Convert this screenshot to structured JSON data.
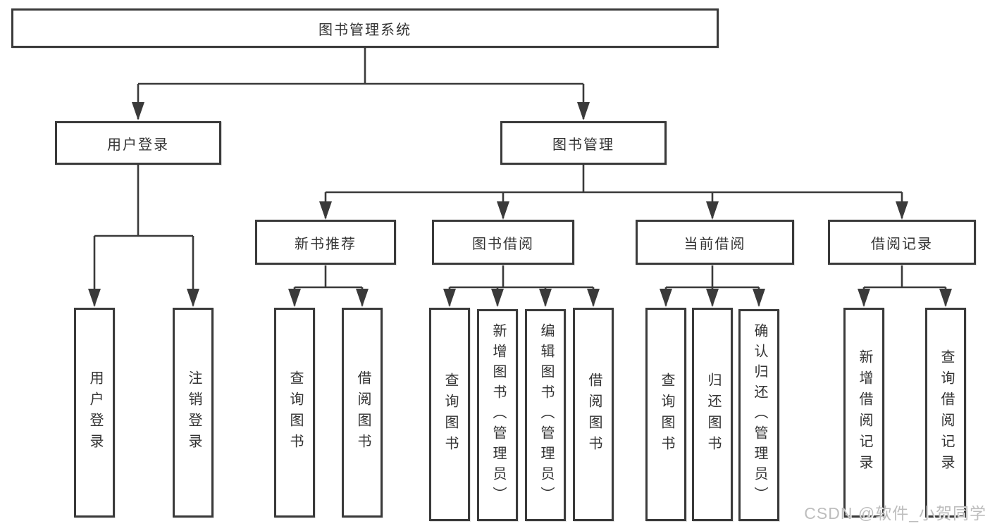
{
  "tree": {
    "root": {
      "label": "图书管理系统",
      "children": [
        {
          "label": "用户登录",
          "children": [
            {
              "label": "用户登录"
            },
            {
              "label": "注销登录"
            }
          ]
        },
        {
          "label": "图书管理",
          "children": [
            {
              "label": "新书推荐",
              "children": [
                {
                  "label": "查询图书"
                },
                {
                  "label": "借阅图书"
                }
              ]
            },
            {
              "label": "图书借阅",
              "children": [
                {
                  "label": "查询图书"
                },
                {
                  "label": "新增图书（管理员）"
                },
                {
                  "label": "编辑图书（管理员）"
                },
                {
                  "label": "借阅图书"
                }
              ]
            },
            {
              "label": "当前借阅",
              "children": [
                {
                  "label": "查询图书"
                },
                {
                  "label": "归还图书"
                },
                {
                  "label": "确认归还（管理员）"
                }
              ]
            },
            {
              "label": "借阅记录",
              "children": [
                {
                  "label": "新增借阅记录"
                },
                {
                  "label": "查询借阅记录"
                }
              ]
            }
          ]
        }
      ]
    }
  },
  "watermark": "CSDN @软件_小贺同学",
  "colors": {
    "line": "#3a3a3a",
    "box_border": "#3a3a3a",
    "text": "#333333",
    "background": "#ffffff",
    "watermark_text": "#bdbdbd"
  }
}
